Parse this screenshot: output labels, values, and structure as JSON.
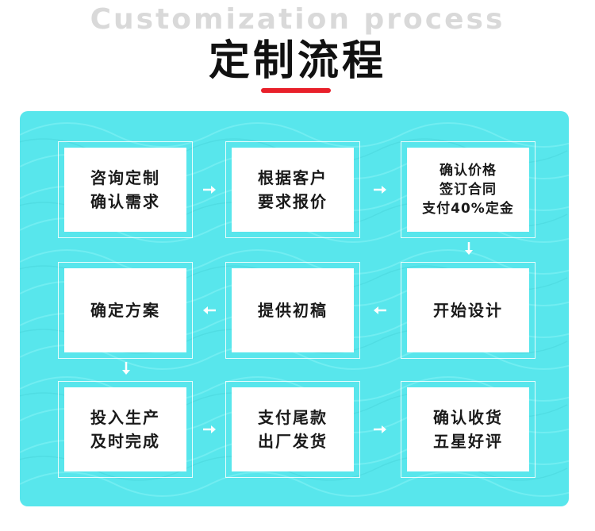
{
  "header": {
    "title_en": "Customization process",
    "title_cn": "定制流程"
  },
  "colors": {
    "accent_red": "#e8202a",
    "panel_cyan": "#58e6ec",
    "title_gray": "#d9d9d9"
  },
  "steps": [
    {
      "lines": [
        "咨询定制",
        "确认需求"
      ]
    },
    {
      "lines": [
        "根据客户",
        "要求报价"
      ]
    },
    {
      "lines": [
        "确认价格",
        "签订合同",
        "支付40%定金"
      ]
    },
    {
      "lines": [
        "开始设计"
      ]
    },
    {
      "lines": [
        "提供初稿"
      ]
    },
    {
      "lines": [
        "确定方案"
      ]
    },
    {
      "lines": [
        "投入生产",
        "及时完成"
      ]
    },
    {
      "lines": [
        "支付尾款",
        "出厂发货"
      ]
    },
    {
      "lines": [
        "确认收货",
        "五星好评"
      ]
    }
  ],
  "icons": {
    "arrow_right": "arrow-right-icon",
    "arrow_left": "arrow-left-icon",
    "arrow_down": "arrow-down-icon"
  }
}
